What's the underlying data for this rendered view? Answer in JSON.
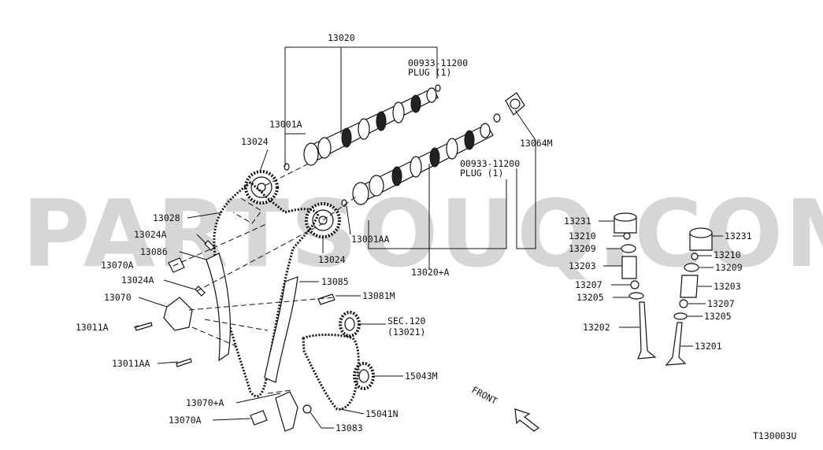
{
  "watermark": "PARTSOUQ.COM",
  "drawing_code": "T130003U",
  "front_label": "FRONT",
  "labels": [
    "13020",
    "00933-11200",
    "PLUG (1)",
    "13001A",
    "13024",
    "13064M",
    "00933-11200",
    "PLUG (1)",
    "13028",
    "13024A",
    "13086",
    "13070A",
    "13024A",
    "13070",
    "13011A",
    "13011AA",
    "13001AA",
    "13024",
    "13020+A",
    "13085",
    "13081M",
    "SEC.120",
    "(13021)",
    "15043M",
    "15041N",
    "13070+A",
    "13070A",
    "13083",
    "13231",
    "13210",
    "13209",
    "13203",
    "13207",
    "13205",
    "13202",
    "13231",
    "13210",
    "13209",
    "13203",
    "13207",
    "13205",
    "13201"
  ]
}
